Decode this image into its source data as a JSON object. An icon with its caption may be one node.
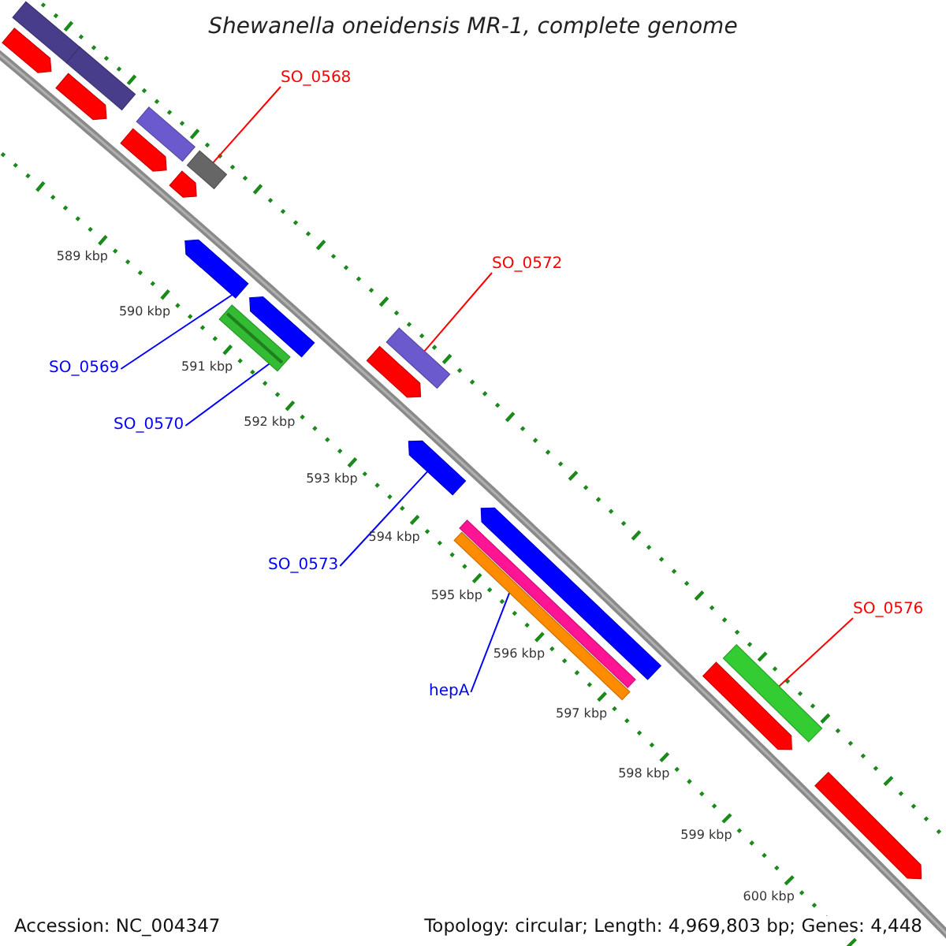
{
  "diagram": {
    "title": "Shewanella oneidensis MR-1, complete genome",
    "nodes": [
      {
        "text": [
          "SO_0568"
        ]
      },
      {
        "text": [
          "SO_0572"
        ]
      },
      {
        "text": [
          "SO_0576"
        ]
      },
      {
        "text": [
          "SO_0569"
        ]
      },
      {
        "text": [
          "SO_0570"
        ]
      },
      {
        "text": [
          "SO_0573"
        ]
      },
      {
        "text": [
          "hepA"
        ]
      },
      {
        "text": [],
        "shape": "arrow"
      },
      {
        "text": [],
        "shape": "bar"
      },
      {
        "text": [],
        "shape": "bar"
      },
      {
        "text": [],
        "shape": "arrow"
      },
      {
        "text": [],
        "shape": "bar"
      },
      {
        "text": [],
        "shape": "arrow"
      },
      {
        "text": [],
        "shape": "bar"
      },
      {
        "text": [],
        "shape": "arrow"
      },
      {
        "text": [],
        "shape": "arrow"
      },
      {
        "text": [],
        "shape": "bar"
      },
      {
        "text": [],
        "shape": "arrow"
      },
      {
        "text": [],
        "shape": "arrow"
      },
      {
        "text": [],
        "shape": "bar"
      },
      {
        "text": [],
        "shape": "arrow"
      },
      {
        "text": [],
        "shape": "bar"
      },
      {
        "text": [],
        "shape": "arrow"
      },
      {
        "text": [],
        "shape": "bar"
      },
      {
        "text": [],
        "shape": "arrow"
      },
      {
        "text": [],
        "shape": "bar"
      },
      {
        "text": [],
        "shape": "arrow"
      }
    ],
    "edges": [
      {
        "from": 0,
        "to": 13,
        "arrow": "none",
        "color": "#ff0000"
      },
      {
        "from": 1,
        "to": 19,
        "arrow": "none",
        "color": "#ff0000"
      },
      {
        "from": 2,
        "to": 25,
        "arrow": "none",
        "color": "#ff0000"
      },
      {
        "from": 3,
        "to": 15,
        "arrow": "none"
      },
      {
        "from": 4,
        "to": 16,
        "arrow": "none"
      },
      {
        "from": 5,
        "to": 20,
        "arrow": "none"
      },
      {
        "from": 6,
        "to": 23,
        "arrow": "none"
      }
    ],
    "labels": [
      "589 kbp",
      "590 kbp",
      "591 kbp",
      "592 kbp",
      "593 kbp",
      "594 kbp",
      "595 kbp",
      "596 kbp",
      "597 kbp",
      "598 kbp",
      "599 kbp",
      "600 kbp",
      "Accession: NC_004347",
      "Topology: circular; Length: 4,969,803 bp; Genes: 4,448"
    ]
  }
}
